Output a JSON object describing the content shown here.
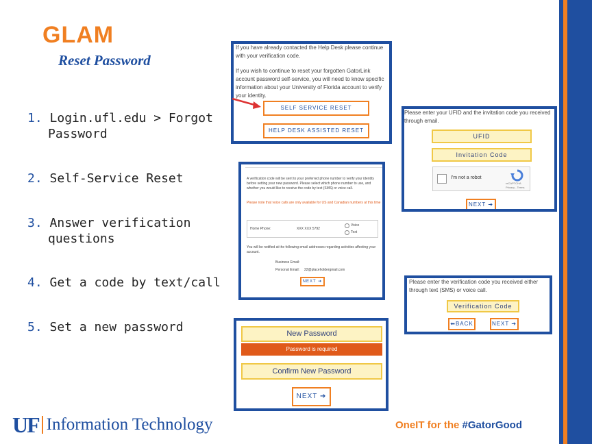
{
  "header": {
    "title": "GLAM",
    "subtitle": "Reset Password"
  },
  "steps": [
    {
      "num": "1.",
      "line1": "Login.ufl.edu > Forgot",
      "line2": "Password"
    },
    {
      "num": "2.",
      "line1": "Self-Service Reset",
      "line2": ""
    },
    {
      "num": "3.",
      "line1": "Answer verification",
      "line2": "questions"
    },
    {
      "num": "4.",
      "line1": "Get a code by text/call",
      "line2": ""
    },
    {
      "num": "5.",
      "line1": "Set a new password",
      "line2": ""
    }
  ],
  "shot1": {
    "text1": "If you have already contacted the Help Desk please continue with your verification code.",
    "text2": "If you wish to continue to reset your forgotten GatorLink account password self-service, you will need to know specific information about your University of Florida account to verify your identity.",
    "self_service_button": "SELF SERVICE RESET",
    "help_desk_button": "HELP DESK ASSISTED RESET"
  },
  "shot2": {
    "text": "Please enter your UFID and the invitation code you received through email.",
    "ufid_placeholder": "UFID",
    "invitation_placeholder": "Invitation Code",
    "captcha_label": "I'm not a robot",
    "captcha_brand": "reCAPTCHA",
    "captcha_links": "Privacy - Terms",
    "next_button": "NEXT ➔"
  },
  "shot3": {
    "text1": "A verification code will be sent to your preferred phone number to verify your identity before setting your new password. Please select which phone number to use, and whether you would like to receive the code by text (SMS) or voice call.",
    "text2": "Please note that voice calls are only available for US and Canadian numbers at this time",
    "phone_label": "Home Phone:",
    "phone_value": "XXX XXX 5792",
    "option_voice": "Voice",
    "option_text": "Text",
    "notify_text": "You will be notified at the following email addresses regarding activities affecting your account.",
    "business_email_label": "Business Email:",
    "personal_email_label": "Personal Email:",
    "personal_email_value": "22@placeholdergmail.com",
    "next_button": "NEXT ➔"
  },
  "shot4": {
    "text": "Please enter the verification code you received either through text (SMS) or voice call.",
    "code_placeholder": "Verification Code",
    "back_button": "⬅BACK",
    "next_button": "NEXT ➔"
  },
  "shot5": {
    "new_password_placeholder": "New Password",
    "error_text": "Password is required",
    "confirm_placeholder": "Confirm New Password",
    "next_button": "NEXT ➔"
  },
  "footer": {
    "logo_mark": "UF",
    "logo_text": "Information Technology",
    "tagline_orange": "OneIT for the ",
    "tagline_blue": "#GatorGood"
  },
  "colors": {
    "accent_orange": "#f07f21",
    "brand_blue": "#1f4fa0",
    "field_yellow": "#fdf3c4",
    "error_red": "#e05a1a"
  }
}
